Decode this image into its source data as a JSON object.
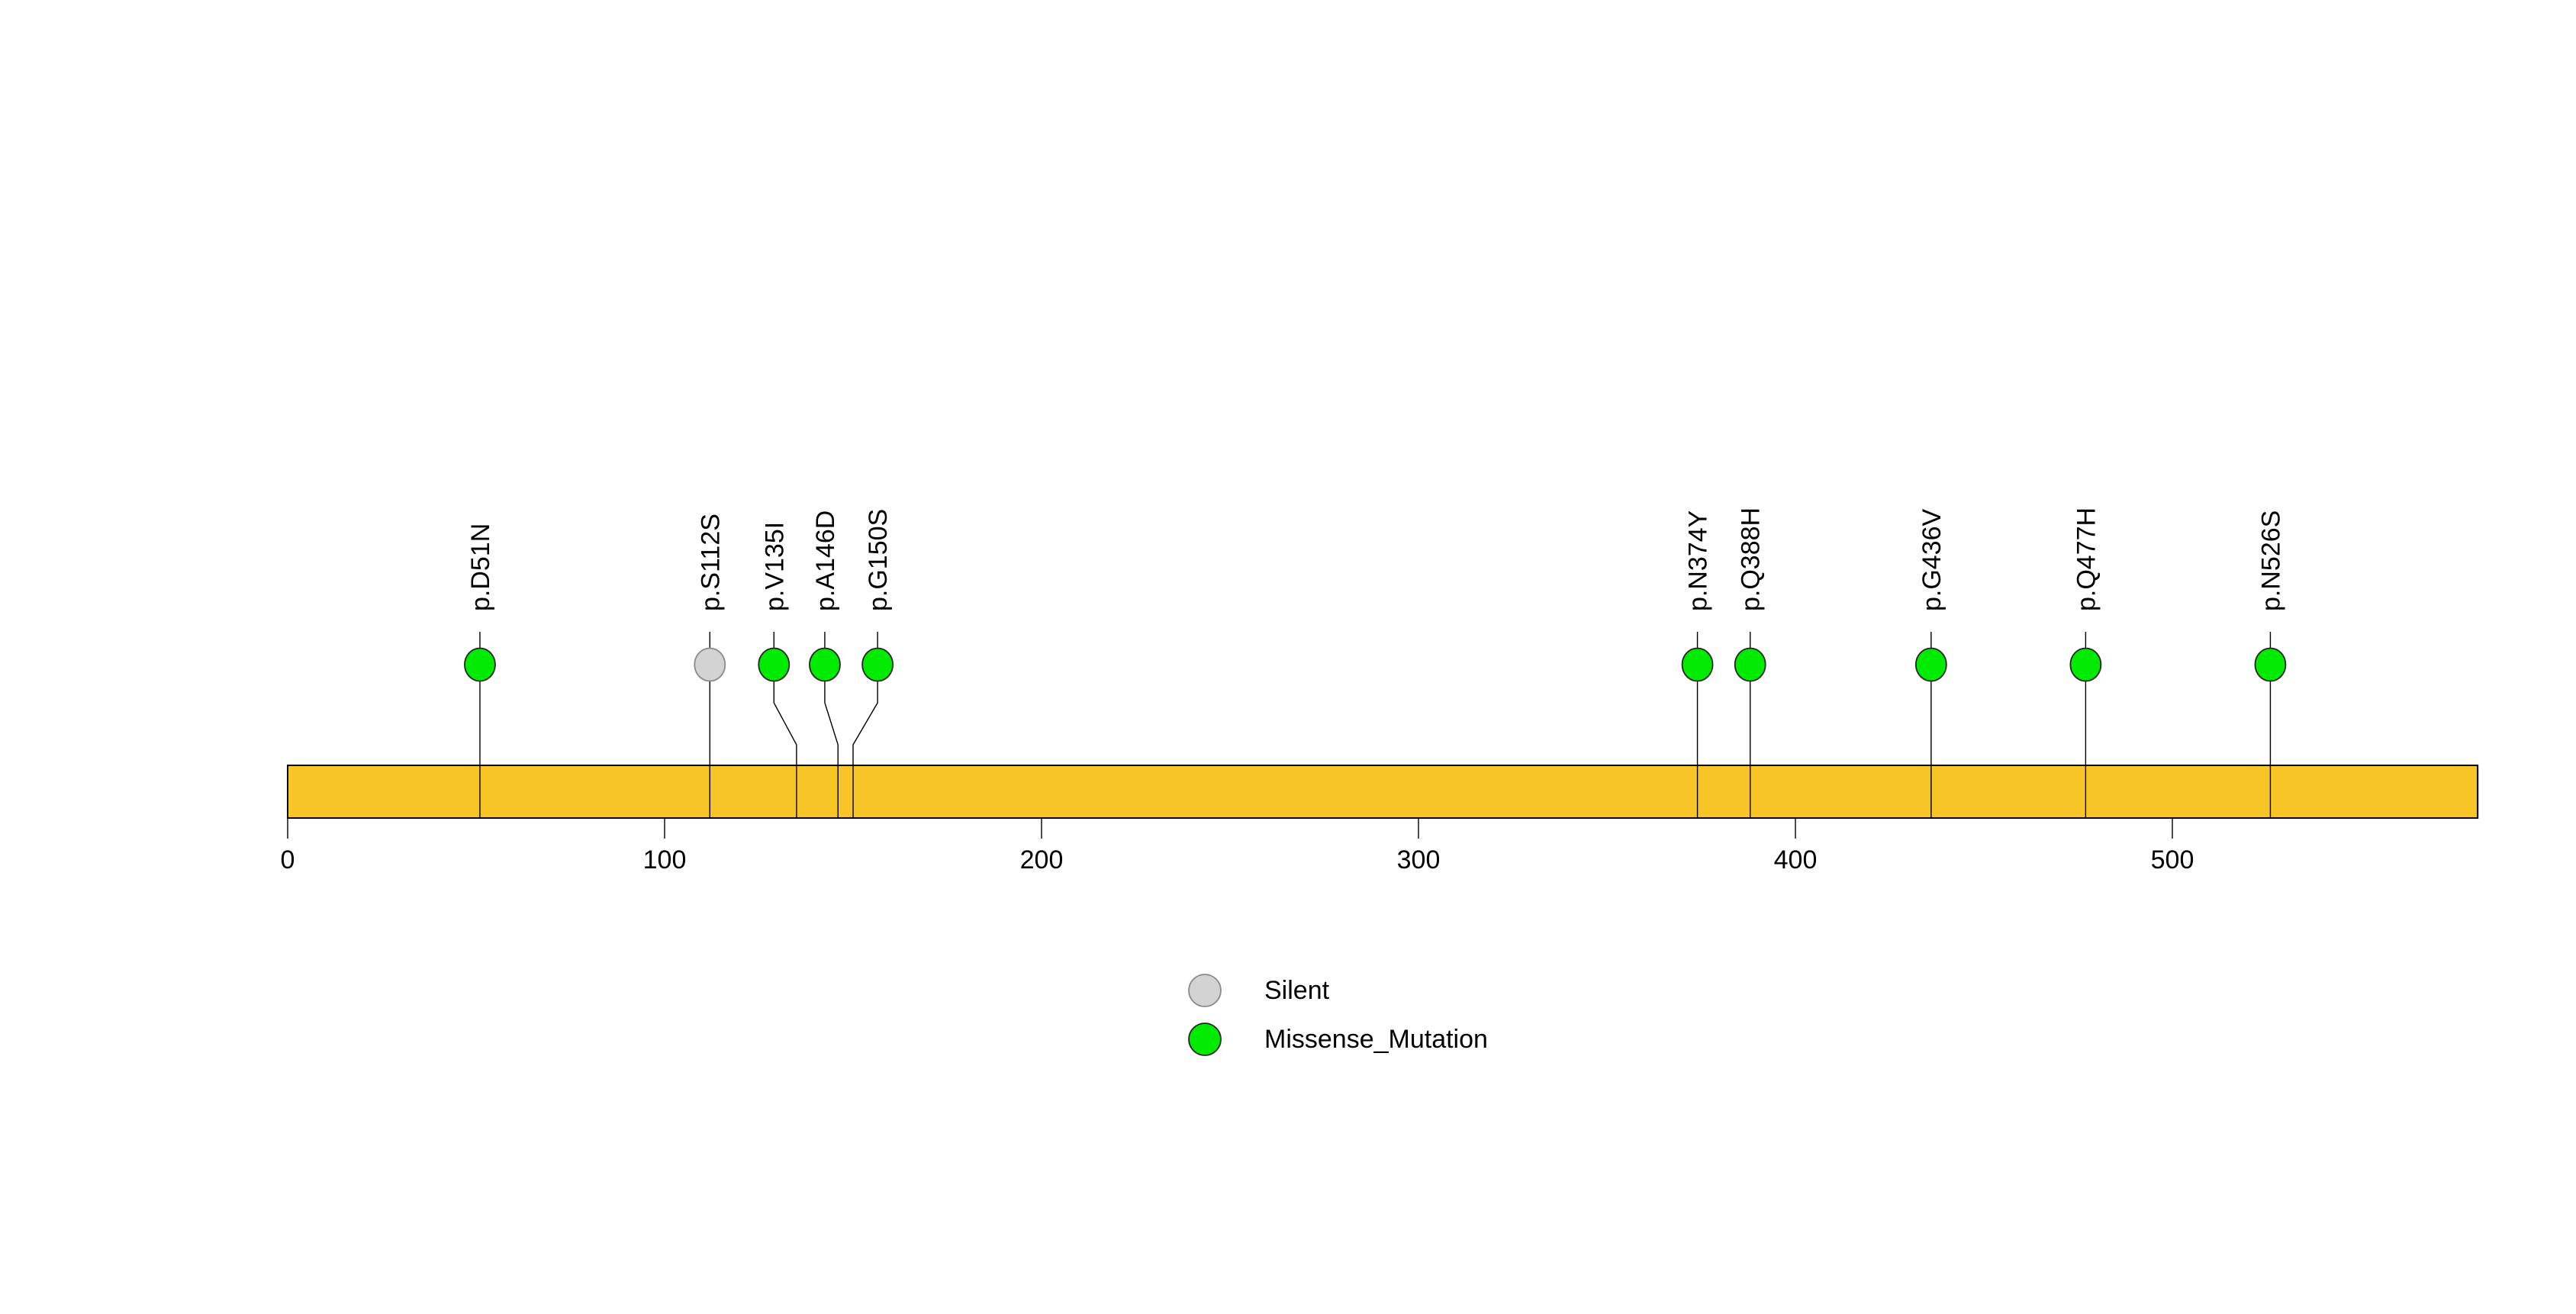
{
  "chart_data": {
    "type": "lollipop",
    "title": "",
    "xlabel": "",
    "ylabel": "",
    "protein": {
      "xlim": [
        0,
        581
      ],
      "axis_ticks": [
        0,
        100,
        200,
        300,
        400,
        500
      ],
      "bar_color": "#F7C525",
      "bar_border_color": "#000000"
    },
    "grid": "off",
    "legend_position": "bottom-center",
    "classes": {
      "Silent": {
        "fill": "#D3D3D3",
        "stroke": "#8A8A8A"
      },
      "Missense_Mutation": {
        "fill": "#00EB00",
        "stroke": "#222222"
      }
    },
    "mutations": [
      {
        "label": "p.D51N",
        "pos": 51,
        "display_pos": 51,
        "class": "Missense_Mutation"
      },
      {
        "label": "p.S112S",
        "pos": 112,
        "display_pos": 112,
        "class": "Silent"
      },
      {
        "label": "p.V135I",
        "pos": 135,
        "display_pos": 129,
        "class": "Missense_Mutation"
      },
      {
        "label": "p.A146D",
        "pos": 146,
        "display_pos": 142.5,
        "class": "Missense_Mutation"
      },
      {
        "label": "p.G150S",
        "pos": 150,
        "display_pos": 156.5,
        "class": "Missense_Mutation"
      },
      {
        "label": "p.N374Y",
        "pos": 374,
        "display_pos": 374,
        "class": "Missense_Mutation"
      },
      {
        "label": "p.Q388H",
        "pos": 388,
        "display_pos": 388,
        "class": "Missense_Mutation"
      },
      {
        "label": "p.G436V",
        "pos": 436,
        "display_pos": 436,
        "class": "Missense_Mutation"
      },
      {
        "label": "p.Q477H",
        "pos": 477,
        "display_pos": 477,
        "class": "Missense_Mutation"
      },
      {
        "label": "p.N526S",
        "pos": 526,
        "display_pos": 526,
        "class": "Missense_Mutation"
      }
    ],
    "legend": [
      {
        "label": "Silent",
        "class": "Silent"
      },
      {
        "label": "Missense_Mutation",
        "class": "Missense_Mutation"
      }
    ]
  }
}
